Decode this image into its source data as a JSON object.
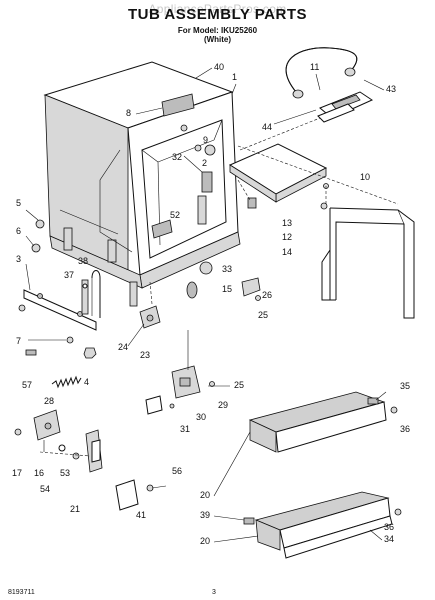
{
  "header": {
    "watermark": "AppliancePartsPros.com",
    "title": "TUB ASSEMBLY PARTS",
    "model": "For Model: IKU25260",
    "color": "(White)"
  },
  "footer": {
    "doc_number": "8193711",
    "page_number": "3"
  },
  "callouts": [
    "40",
    "1",
    "11",
    "43",
    "8",
    "44",
    "32",
    "9",
    "2",
    "10",
    "5",
    "6",
    "52",
    "13",
    "12",
    "14",
    "3",
    "37",
    "38",
    "33",
    "26",
    "15",
    "25",
    "7",
    "24",
    "23",
    "57",
    "4",
    "28",
    "25",
    "35",
    "29",
    "30",
    "31",
    "36",
    "17",
    "16",
    "53",
    "54",
    "56",
    "21",
    "41",
    "20",
    "39",
    "36",
    "20",
    "34"
  ]
}
